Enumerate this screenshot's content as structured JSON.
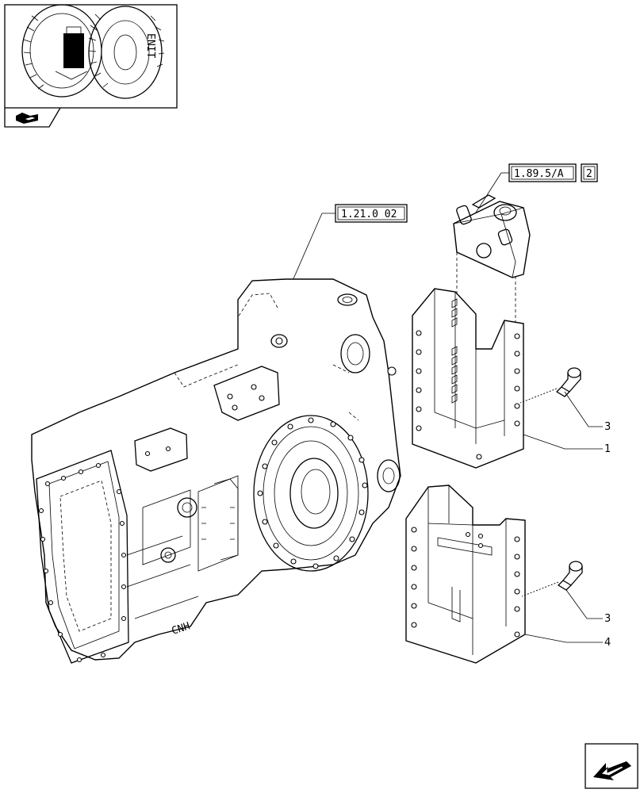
{
  "references": {
    "top_ref": "1.89.5/A",
    "top_ref_page": "2",
    "housing_ref": "1.21.0 02"
  },
  "callouts": {
    "bolt_upper": "3",
    "bracket_upper": "1",
    "bolt_lower": "3",
    "bracket_lower": "4"
  },
  "icons": {
    "thumbnail": "tractor-location-thumbnail",
    "section": "section-marker-icon",
    "next": "next-page-arrow-icon"
  }
}
